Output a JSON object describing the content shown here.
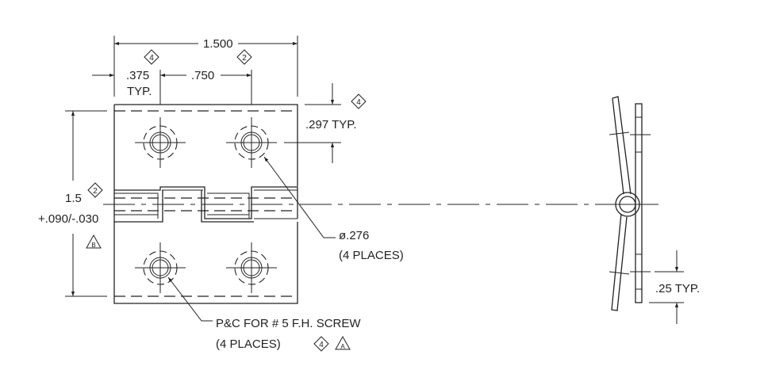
{
  "dimensions": {
    "overall_width": "1.500",
    "edge_offset": ".375",
    "edge_offset_note": "TYP.",
    "hole_spacing": ".750",
    "hole_edge_distance": ".297 TYP.",
    "height": "1.5",
    "height_tolerance": "+.090/-.030",
    "side_spacing": ".25 TYP."
  },
  "notes": {
    "hole_diameter": "ø.276",
    "hole_count": "(4 PLACES)",
    "screw_note": "P&C FOR # 5 F.H. SCREW",
    "screw_count": "(4 PLACES)"
  },
  "symbols": {
    "diamond_4": "4",
    "diamond_2": "2",
    "triangle_b": "B",
    "triangle_a": "A"
  }
}
